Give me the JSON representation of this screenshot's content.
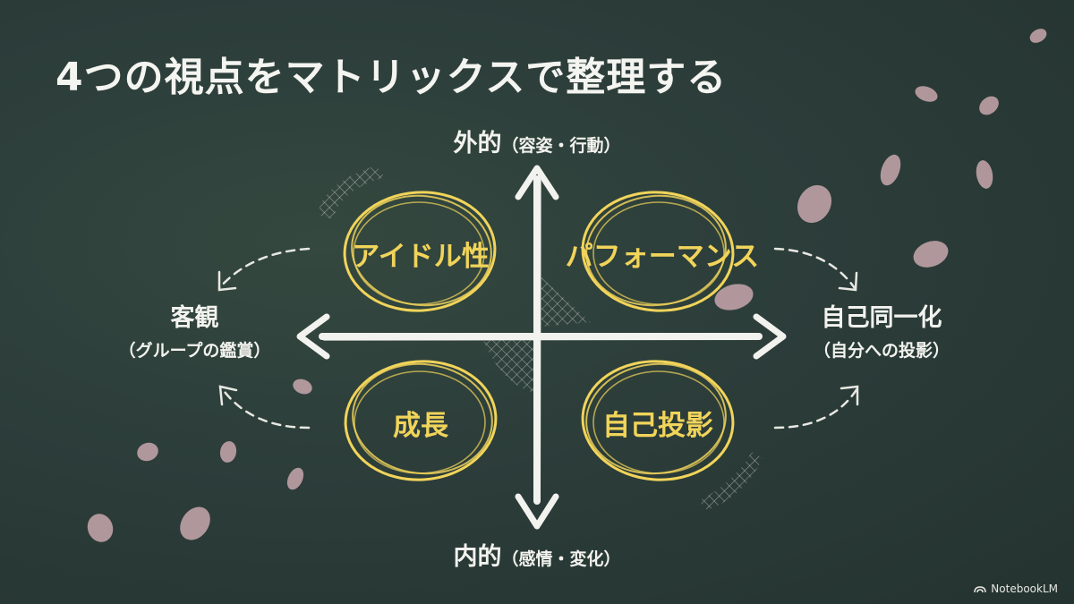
{
  "title": "4つの視点をマトリックスで整理する",
  "axes": {
    "top": {
      "main": "外的",
      "sub": "（容姿・行動）"
    },
    "bottom": {
      "main": "内的",
      "sub": "（感情・変化）"
    },
    "left": {
      "main": "客観",
      "sub": "（グループの鑑賞）"
    },
    "right": {
      "main": "自己同一化",
      "sub": "（自分への投影）"
    }
  },
  "quadrants": {
    "top_left": "アイドル性",
    "top_right": "パフォーマンス",
    "bottom_left": "成長",
    "bottom_right": "自己投影"
  },
  "brand": "NotebookLM",
  "colors": {
    "background": "#2a3b38",
    "chalk": "#f2f2ee",
    "highlight": "#f1d45a",
    "petal": "#c9a8ae"
  }
}
